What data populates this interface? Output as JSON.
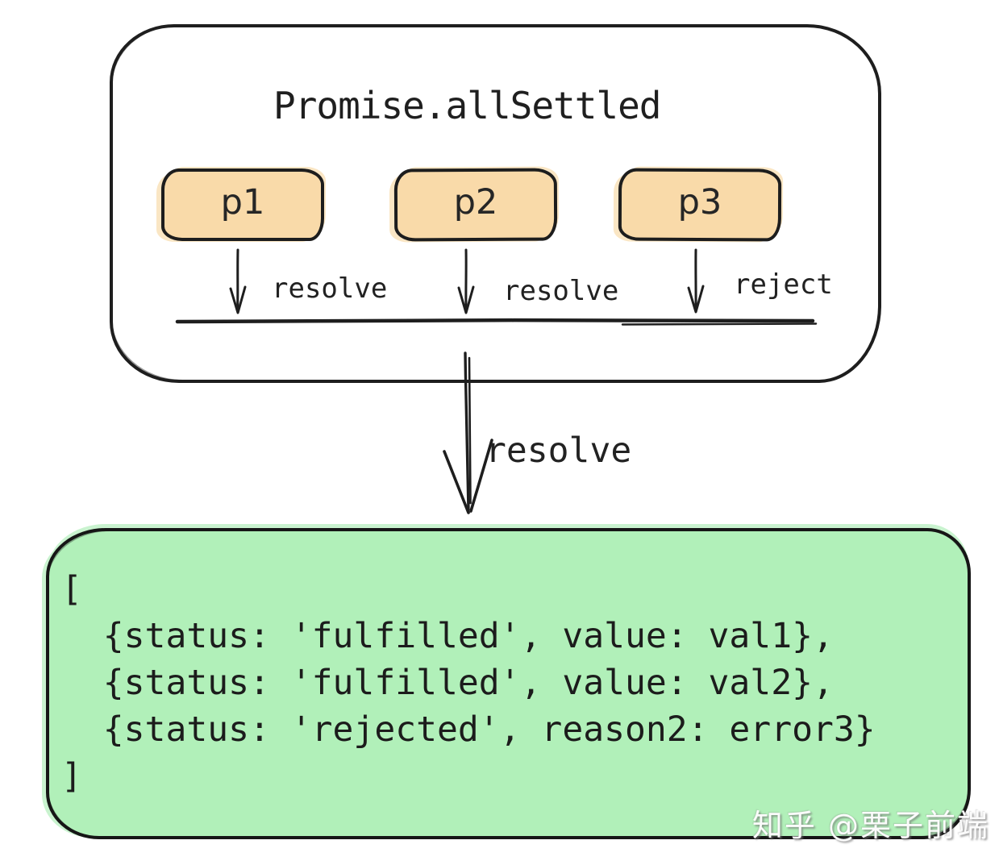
{
  "colors": {
    "ink": "#1e1e1e",
    "promise_node_fill": "#F9DAA9",
    "result_box_fill": "#B1F0B9",
    "background": "#ffffff",
    "watermark_text": "#fbfbfb"
  },
  "diagram": {
    "title": "Promise.allSettled",
    "promises": [
      {
        "label": "p1",
        "outcome": "resolve"
      },
      {
        "label": "p2",
        "outcome": "resolve"
      },
      {
        "label": "p3",
        "outcome": "reject"
      }
    ],
    "combined_outcome": "resolve",
    "result_lines": [
      "[",
      "  {status: 'fulfilled', value: val1},",
      "  {status: 'fulfilled', value: val2},",
      "  {status: 'rejected', reason2: error3}",
      "]"
    ]
  },
  "watermark": "知乎 @栗子前端"
}
